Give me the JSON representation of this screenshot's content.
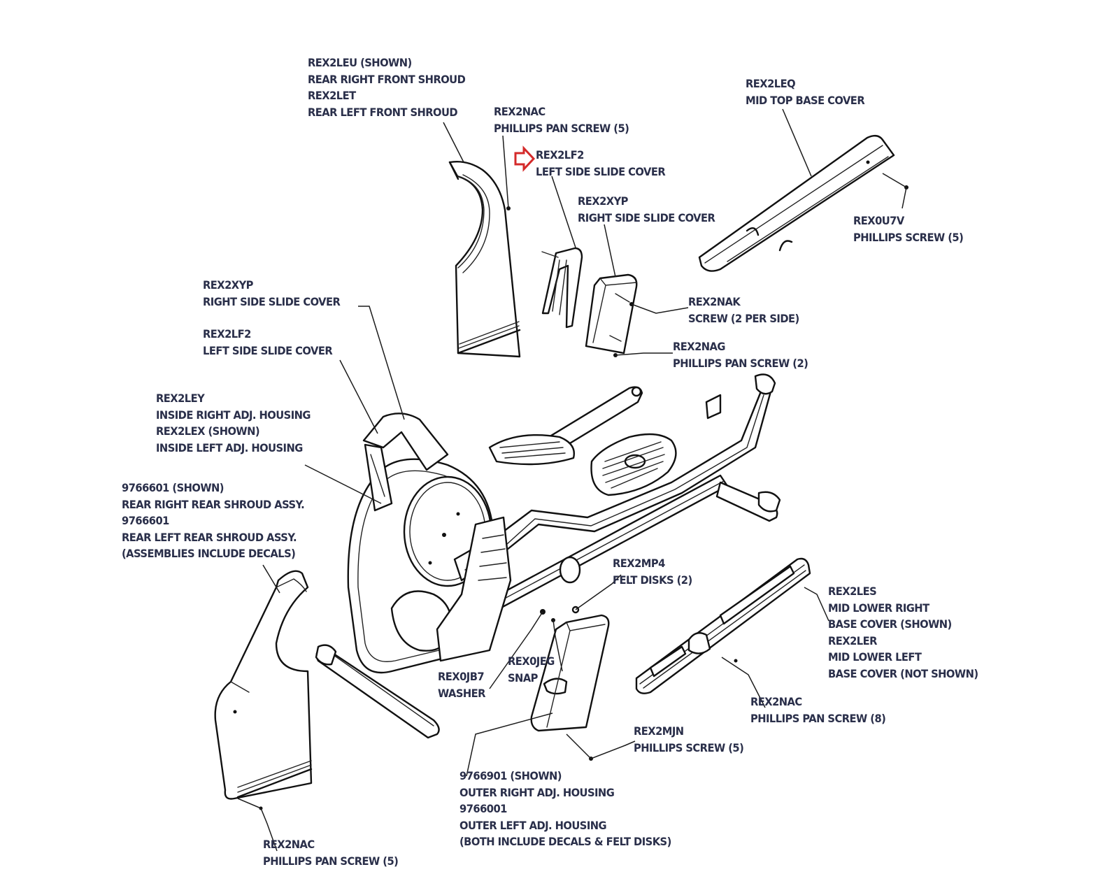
{
  "diagram": {
    "type": "exploded-parts-diagram",
    "highlight_color": "#d42a2a",
    "text_color": "#2a2f4a",
    "highlighted_part": "REX2LF2",
    "callouts": [
      {
        "id": "rear-front-shroud",
        "lines": [
          "REX2LEU (SHOWN)",
          "REAR RIGHT FRONT SHROUD",
          "REX2LET",
          "REAR LEFT FRONT SHROUD"
        ]
      },
      {
        "id": "phillips-pan-screw-top",
        "lines": [
          "REX2NAC",
          "PHILLIPS PAN SCREW (5)"
        ]
      },
      {
        "id": "left-side-slide-cover-top",
        "lines": [
          "REX2LF2",
          "LEFT SIDE SLIDE COVER"
        ]
      },
      {
        "id": "right-side-slide-cover-top",
        "lines": [
          "REX2XYP",
          "RIGHT SIDE SLIDE COVER"
        ]
      },
      {
        "id": "mid-top-base-cover",
        "lines": [
          "REX2LEQ",
          "MID TOP BASE COVER"
        ]
      },
      {
        "id": "phillips-screw-top-right",
        "lines": [
          "REX0U7V",
          "PHILLIPS SCREW (5)"
        ]
      },
      {
        "id": "screw-2-per-side",
        "lines": [
          "REX2NAK",
          "SCREW (2 PER SIDE)"
        ]
      },
      {
        "id": "phillips-pan-screw-2",
        "lines": [
          "REX2NAG",
          "PHILLIPS PAN SCREW (2)"
        ]
      },
      {
        "id": "right-side-slide-cover-left",
        "lines": [
          "REX2XYP",
          "RIGHT SIDE SLIDE COVER"
        ]
      },
      {
        "id": "left-side-slide-cover-left",
        "lines": [
          "REX2LF2",
          "LEFT SIDE SLIDE COVER"
        ]
      },
      {
        "id": "inside-adj-housing",
        "lines": [
          "REX2LEY",
          "INSIDE RIGHT ADJ. HOUSING",
          "REX2LEX (SHOWN)",
          "INSIDE LEFT ADJ. HOUSING"
        ]
      },
      {
        "id": "rear-shroud-assy",
        "lines": [
          "9766601 (SHOWN)",
          "REAR RIGHT REAR SHROUD ASSY.",
          "9766601",
          "REAR LEFT REAR SHROUD ASSY.",
          "(ASSEMBLIES INCLUDE DECALS)"
        ]
      },
      {
        "id": "felt-disks",
        "lines": [
          "REX2MP4",
          "FELT DISKS (2)"
        ]
      },
      {
        "id": "mid-lower-base-cover",
        "lines": [
          "REX2LES",
          "MID LOWER RIGHT",
          "BASE COVER (SHOWN)",
          "REX2LER",
          "MID LOWER LEFT",
          "BASE COVER (NOT SHOWN)"
        ]
      },
      {
        "id": "snap",
        "lines": [
          "REX0JEG",
          "SNAP"
        ]
      },
      {
        "id": "washer",
        "lines": [
          "REX0JB7",
          "WASHER"
        ]
      },
      {
        "id": "phillips-pan-screw-right",
        "lines": [
          "REX2NAC",
          "PHILLIPS PAN SCREW (8)"
        ]
      },
      {
        "id": "phillips-screw-bottom",
        "lines": [
          "REX2MJN",
          "PHILLIPS SCREW (5)"
        ]
      },
      {
        "id": "outer-adj-housing",
        "lines": [
          "9766901 (SHOWN)",
          "OUTER RIGHT ADJ. HOUSING",
          "9766001",
          "OUTER LEFT ADJ. HOUSING",
          "(BOTH INCLUDE DECALS & FELT DISKS)"
        ]
      },
      {
        "id": "phillips-pan-screw-bottom",
        "lines": [
          "REX2NAC",
          "PHILLIPS PAN SCREW (5)"
        ]
      }
    ]
  }
}
